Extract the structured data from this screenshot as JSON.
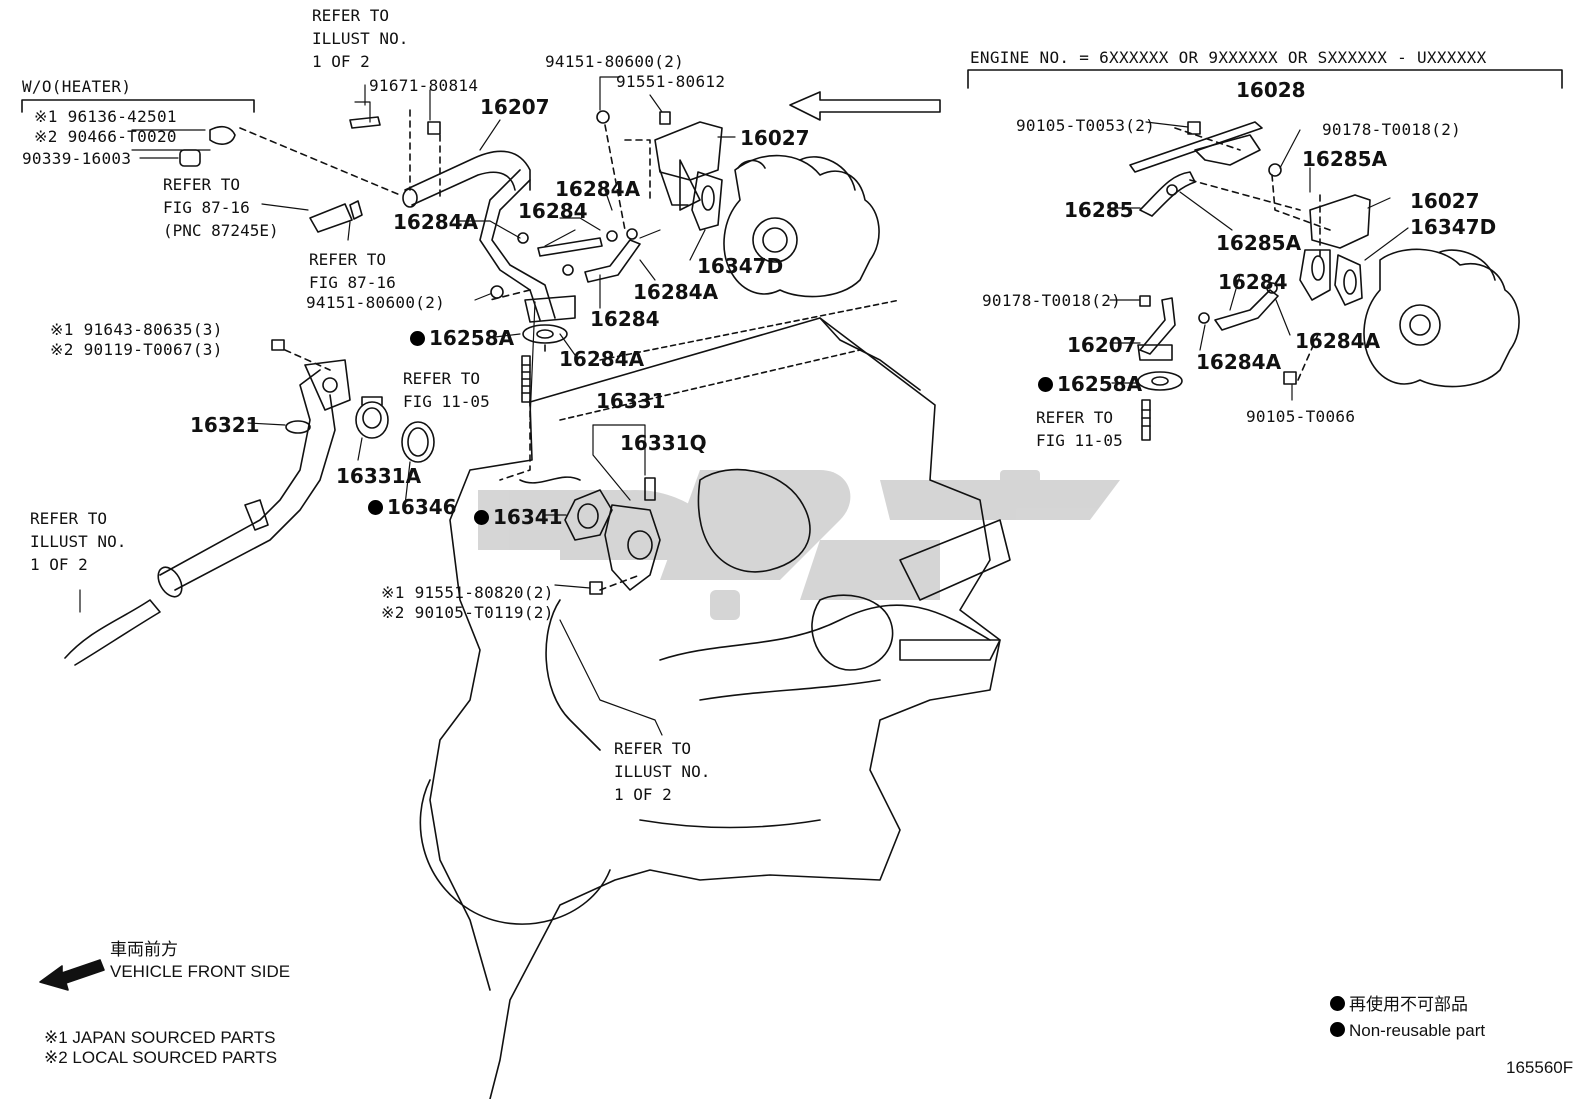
{
  "diagram": {
    "engine_no_header": "ENGINE NO. = 6XXXXXX OR 9XXXXXX OR SXXXXXX - UXXXXXX",
    "heater_group": {
      "header": "W/O(HEATER)",
      "part1": "※1 96136-42501",
      "part2": "※2 90466-T0020",
      "part3": "90339-16003"
    },
    "refer_illust_top": "REFER TO\nILLUST NO.\n1 OF 2",
    "refer_illust_left": "REFER TO\nILLUST NO.\n1 OF 2",
    "refer_illust_bottom": "REFER TO\nILLUST NO.\n1 OF 2",
    "refer_fig_8716_a": "REFER TO\nFIG 87-16\n(PNC 87245E)",
    "refer_fig_8716_b": "REFER TO\nFIG 87-16",
    "refer_fig_1105_left": "REFER TO\nFIG 11-05",
    "refer_fig_1105_right": "REFER TO\nFIG 11-05",
    "parts_left": {
      "p91671": "91671-80814",
      "p16207": "16207",
      "p94151_top": "94151-80600(2)",
      "p91551_80612": "91551-80612",
      "p16027": "16027",
      "p16284A_1": "16284A",
      "p16284_1": "16284",
      "p16284A_2": "16284A",
      "p16347D": "16347D",
      "p16284A_3": "16284A",
      "p16284_2": "16284",
      "p94151_mid": "94151-80600(2)",
      "p16258A": "16258A",
      "p16284A_4": "16284A",
      "p91643": "※1 91643-80635(3)",
      "p90119": "※2 90119-T0067(3)",
      "p16321": "16321",
      "p16331A": "16331A",
      "p16346": "16346",
      "p16331": "16331",
      "p16331Q": "16331Q",
      "p16341": "16341",
      "p91551_80820": "※1 91551-80820(2)",
      "p90105_T0119": "※2 90105-T0119(2)"
    },
    "parts_right": {
      "p16028": "16028",
      "p90105_T0053": "90105-T0053(2)",
      "p90178_top": "90178-T0018(2)",
      "p16285A_1": "16285A",
      "p16027": "16027",
      "p16285": "16285",
      "p16347D": "16347D",
      "p16285A_2": "16285A",
      "p16284": "16284",
      "p90178_mid": "90178-T0018(2)",
      "p16207": "16207",
      "p16284A_1": "16284A",
      "p16284A_2": "16284A",
      "p16258A": "16258A",
      "p90105_T0066": "90105-T0066"
    },
    "vehicle_front_jp": "車両前方",
    "vehicle_front_en": "VEHICLE FRONT SIDE",
    "legend_japan": "※1 JAPAN SOURCED PARTS",
    "legend_local": "※2 LOCAL SOURCED PARTS",
    "nonreusable_jp": "再使用不可部品",
    "nonreusable_en": "Non-reusable part",
    "figure_id": "165560F"
  }
}
